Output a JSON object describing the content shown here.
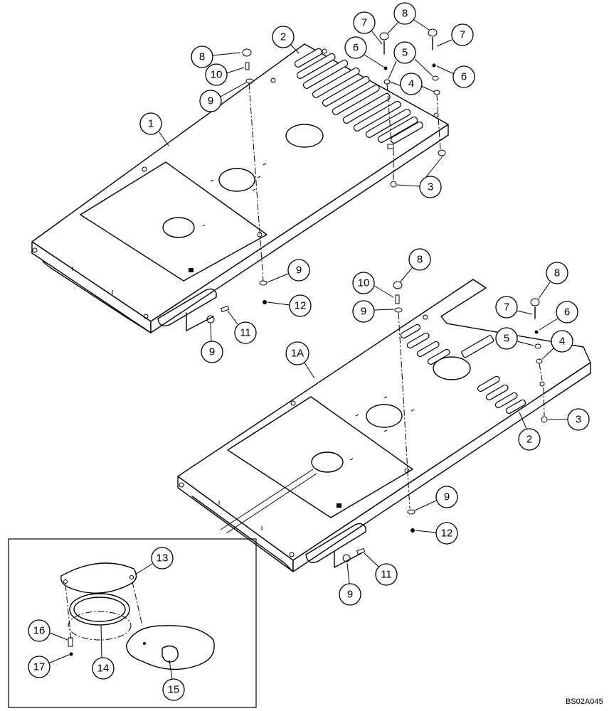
{
  "callouts": {
    "c1": "1",
    "c1a": "1A",
    "c2": "2",
    "c3": "3",
    "c4": "4",
    "c5": "5",
    "c6": "6",
    "c7": "7",
    "c8": "8",
    "c9": "9",
    "c10": "10",
    "c11": "11",
    "c12": "12",
    "c13": "13",
    "c14": "14",
    "c15": "15",
    "c16": "16",
    "c17": "17"
  },
  "reference_code": "BS02A045"
}
